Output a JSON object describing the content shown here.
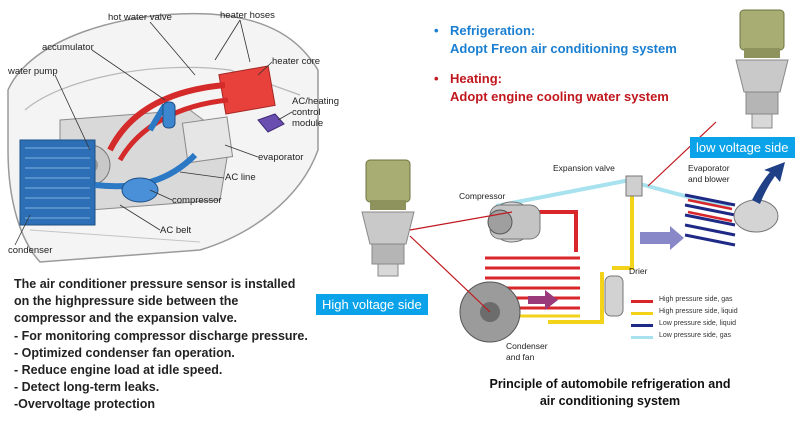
{
  "car_diagram": {
    "labels": {
      "hot_water_valve": "hot water valve",
      "heater_hoses": "heater hoses",
      "accumulator": "accumulator",
      "water_pump": "water pump",
      "heater_core": "heater core",
      "control_module": [
        "AC/heating",
        "control",
        "module"
      ],
      "evaporator": "evaporator",
      "ac_line": "AC line",
      "compressor": "compressor",
      "ac_belt": "AC belt",
      "condenser": "condenser"
    }
  },
  "description": {
    "lines": [
      "The air conditioner pressure sensor is installed",
      "on the highpressure side between the",
      "compressor and the expansion valve.",
      "- For monitoring compressor discharge pressure.",
      "- Optimized condenser fan operation.",
      "- Reduce engine load at idle speed.",
      "- Detect long-term leaks.",
      "-Overvoltage protection"
    ]
  },
  "systems": [
    {
      "title": "Refrigeration:",
      "detail": "Adopt Freon air conditioning system",
      "color": "#1a7fd1"
    },
    {
      "title": "Heating:",
      "detail": "Adopt engine cooling water system",
      "color": "#c0181e"
    }
  ],
  "tags": {
    "low": "low voltage side",
    "high": "High voltage side"
  },
  "schematic": {
    "expansion_valve": "Expansion valve",
    "compressor": "Compressor",
    "evaporator": [
      "Evaporator",
      "and blower"
    ],
    "drier": "Drier",
    "condenser": [
      "Condenser",
      "and fan"
    ]
  },
  "legend": [
    {
      "label": "High pressure side, gas",
      "color": "#d8262b"
    },
    {
      "label": "High pressure side, liquid",
      "color": "#f3d21a"
    },
    {
      "label": "Low pressure side, liquid",
      "color": "#1f2a86"
    },
    {
      "label": "Low pressure side, gas",
      "color": "#a8e2ee"
    }
  ],
  "caption": [
    "Principle of automobile refrigeration and",
    "air conditioning system"
  ]
}
